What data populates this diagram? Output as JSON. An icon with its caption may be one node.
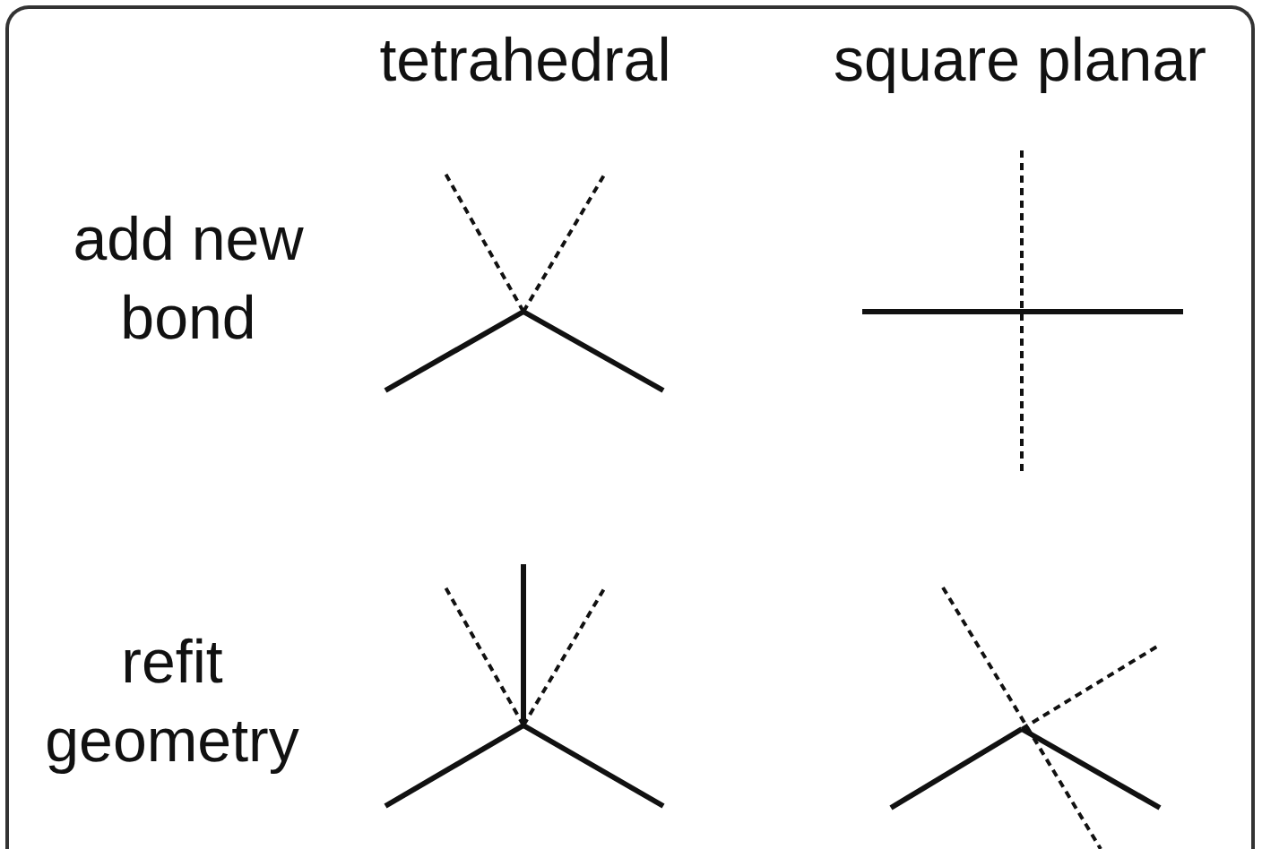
{
  "diagram": {
    "labels": [
      "tetrahedral",
      "square planar",
      "add new bond",
      "refit geometry"
    ]
  }
}
